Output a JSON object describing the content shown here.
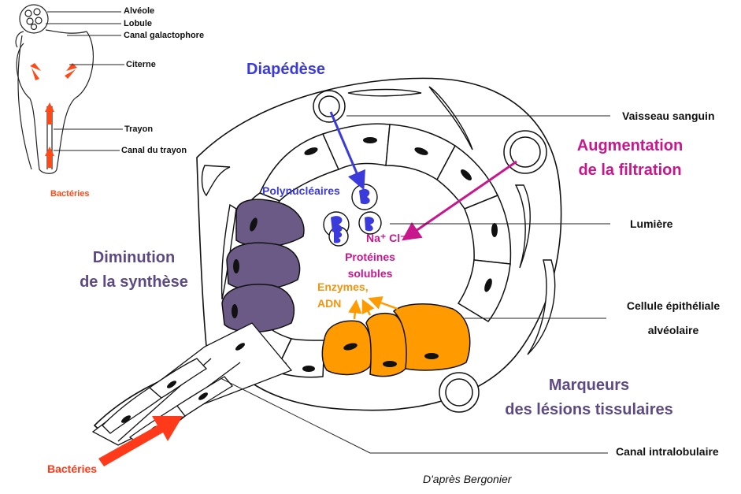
{
  "inset": {
    "alveole": "Alvéole",
    "lobule": "Lobule",
    "canal_galactophore": "Canal galactophore",
    "citerne": "Citerne",
    "trayon": "Trayon",
    "canal_du_trayon": "Canal du trayon",
    "bacteries": "Bactéries"
  },
  "right_labels": {
    "vaisseau_sanguin": "Vaisseau sanguin",
    "lumiere": "Lumière",
    "cellule_line1": "Cellule épithéliale",
    "cellule_line2": "alvéolaire",
    "canal_intralobulaire": "Canal intralobulaire"
  },
  "annotations": {
    "diapedese": "Diapédèse",
    "augmentation_line1": "Augmentation",
    "augmentation_line2": "de la filtration",
    "diminution_line1": "Diminution",
    "diminution_line2": "de la synthèse",
    "marqueurs_line1": "Marqueurs",
    "marqueurs_line2": "des lésions tissulaires",
    "polynucleaires": "Polynucléaires",
    "na_cl": "Na⁺ Cl⁻",
    "proteines_line1": "Protéines",
    "proteines_line2": "solubles",
    "enzymes_line1": "Enzymes,",
    "enzymes_line2": "ADN",
    "bacteries": "Bactéries"
  },
  "credit": "D'après Bergonier",
  "colors": {
    "blue": "#3b3bdc",
    "magenta": "#c8168c",
    "purple": "#5e4a82",
    "purple_fill": "#6b5a86",
    "orange": "#ff9a00",
    "orange_text": "#f0960f",
    "red": "#ff3a1a",
    "inset_red": "#ff4a18"
  }
}
